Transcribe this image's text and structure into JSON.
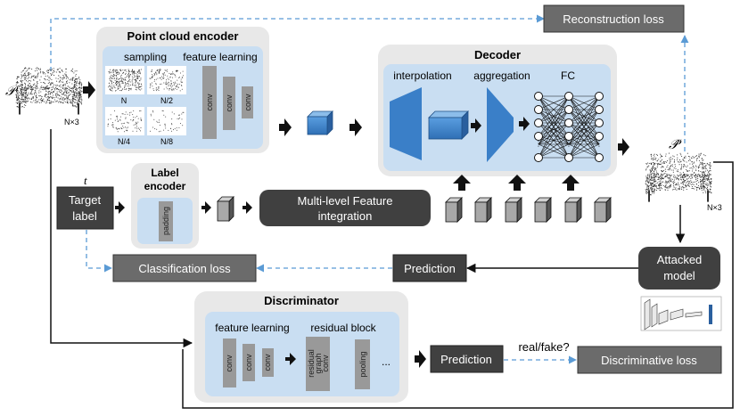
{
  "symbols": {
    "input_cloud": "𝒫",
    "output_cloud": "𝒫̂",
    "target": "t"
  },
  "shape_label": "N×3",
  "encoder": {
    "title": "Point cloud encoder",
    "sampling": "sampling",
    "feature_learning": "feature learning",
    "samples": [
      "N",
      "N/2",
      "N/4",
      "N/8"
    ],
    "conv": "conv"
  },
  "decoder": {
    "title": "Decoder",
    "interpolation": "interpolation",
    "aggregation": "aggregation",
    "fc": "FC"
  },
  "label_encoder": {
    "title_line1": "Label",
    "title_line2": "encoder",
    "padding": "padding"
  },
  "target_label": {
    "line1": "Target",
    "line2": "label"
  },
  "multi_level": {
    "line1": "Multi-level Feature",
    "line2": "integration"
  },
  "losses": {
    "reconstruction": "Reconstruction loss",
    "classification": "Classification loss",
    "discriminative": "Discriminative loss"
  },
  "prediction": "Prediction",
  "attacked_model": {
    "line1": "Attacked",
    "line2": "model"
  },
  "discriminator": {
    "title": "Discriminator",
    "feature_learning": "feature learning",
    "residual_block": "residual block",
    "residual_line1": "residual",
    "residual_line2": "graph",
    "residual_line3": "conv",
    "pooling": "pooling",
    "ellipsis": "...",
    "real_fake": "real/fake?"
  },
  "colors": {
    "panel_outer": "#e8e8e8",
    "panel_inner": "#c9def2",
    "dark_box": "#404040",
    "gray_box": "#6b6b6b",
    "conv_bar": "#999999",
    "blue": "#3a7fc8",
    "dashed": "#5b9bd5"
  }
}
